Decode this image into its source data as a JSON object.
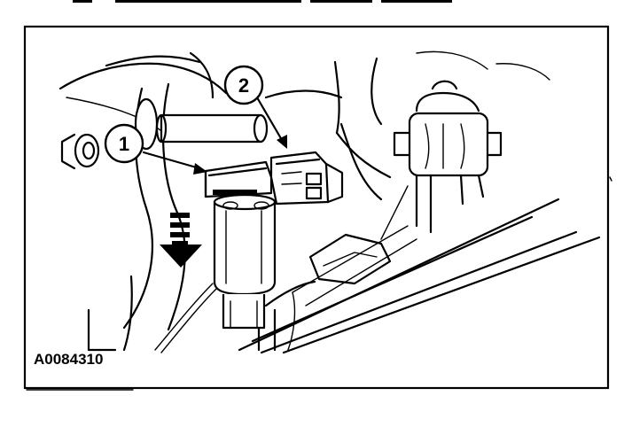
{
  "figure": {
    "id_label": "A0084310",
    "callouts": [
      {
        "number": "1",
        "target": "connector"
      },
      {
        "number": "2",
        "target": "switch"
      }
    ],
    "direction_arrow": {
      "direction": "down"
    },
    "colors": {
      "ink": "#000000",
      "paper": "#ffffff"
    }
  }
}
